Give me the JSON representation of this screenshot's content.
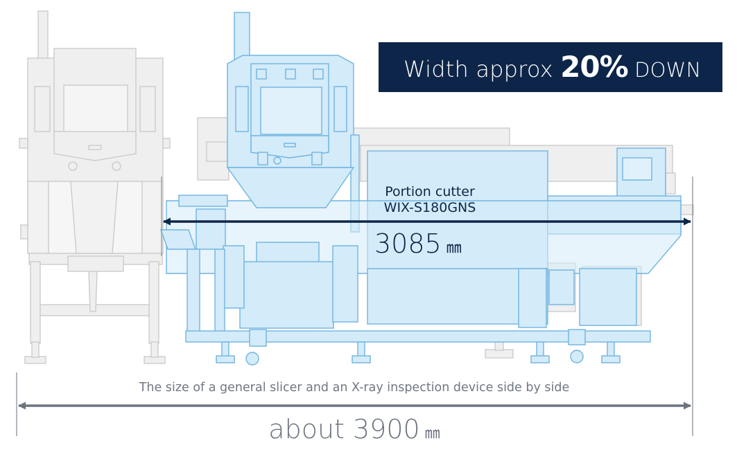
{
  "banner": {
    "prefix": "Width approx ",
    "percent": "20%",
    "suffix": " DOWN"
  },
  "portion_cutter": {
    "name_line1": "Portion cutter",
    "name_line2": "WIX-S180GNS",
    "width_value": "3085",
    "width_unit": " ㎜"
  },
  "comparison": {
    "caption": "The size of a general slicer and an X-ray inspection device side by side",
    "total_value": "about 3900",
    "total_unit": " ㎜"
  },
  "colors": {
    "banner_bg": "#0d2548",
    "cutter_fill": "#d4ebf9",
    "cutter_stroke": "#6fb4e0",
    "old_machine_fill": "#efefef",
    "old_machine_stroke": "#c8c8c8",
    "dimension_gray": "#6d7480"
  }
}
